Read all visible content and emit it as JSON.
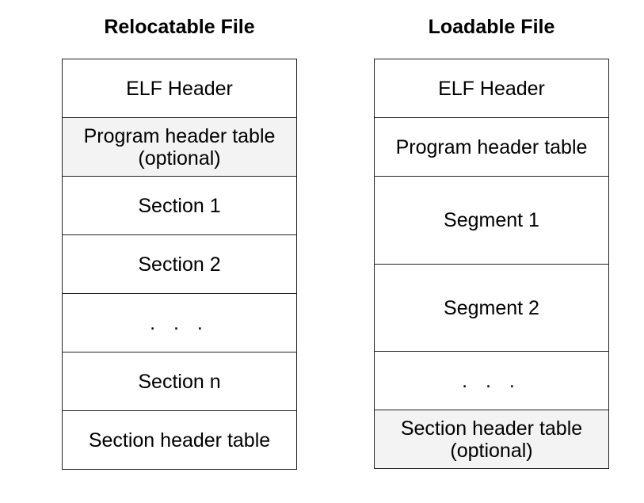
{
  "relocatable": {
    "title": "Relocatable File",
    "rows": [
      {
        "label": "ELF Header"
      },
      {
        "label": "Program header table\n(optional)"
      },
      {
        "label": "Section 1"
      },
      {
        "label": "Section 2"
      },
      {
        "label": ". . ."
      },
      {
        "label": "Section n"
      },
      {
        "label": "Section header table"
      }
    ]
  },
  "loadable": {
    "title": "Loadable File",
    "rows": [
      {
        "label": "ELF Header"
      },
      {
        "label": "Program header table"
      },
      {
        "label": "Segment 1"
      },
      {
        "label": "Segment 2"
      },
      {
        "label": ". . ."
      },
      {
        "label": "Section header table\n(optional)"
      }
    ]
  },
  "colors": {
    "border": "#222222",
    "shaded_fill": "#f3f3f3",
    "text": "#000000"
  }
}
